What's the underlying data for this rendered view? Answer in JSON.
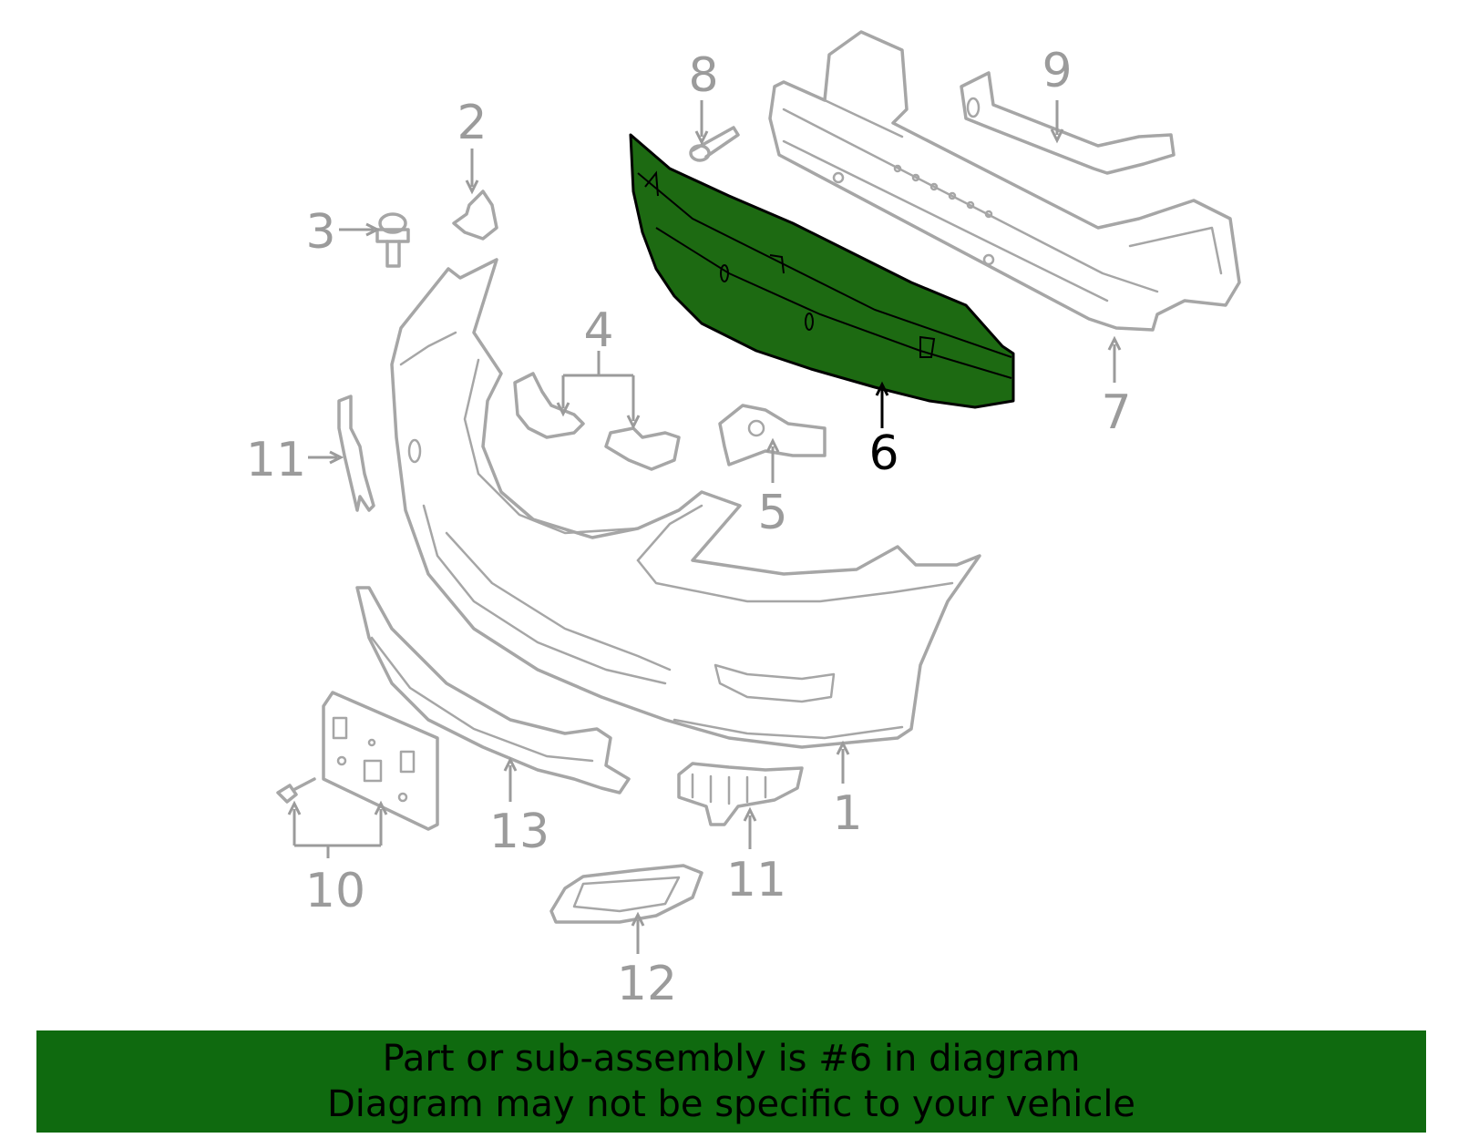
{
  "diagram": {
    "highlight_color": "#1d6a12",
    "banner_color": "#0f6a0f",
    "callouts": [
      {
        "id": "1",
        "label": "1"
      },
      {
        "id": "2",
        "label": "2"
      },
      {
        "id": "3",
        "label": "3"
      },
      {
        "id": "4",
        "label": "4"
      },
      {
        "id": "5",
        "label": "5"
      },
      {
        "id": "6",
        "label": "6",
        "highlighted": true
      },
      {
        "id": "7",
        "label": "7"
      },
      {
        "id": "8",
        "label": "8"
      },
      {
        "id": "9",
        "label": "9"
      },
      {
        "id": "10",
        "label": "10"
      },
      {
        "id": "11a",
        "label": "11"
      },
      {
        "id": "11b",
        "label": "11"
      },
      {
        "id": "12",
        "label": "12"
      },
      {
        "id": "13",
        "label": "13"
      }
    ]
  },
  "banner": {
    "line1": "Part or sub-assembly is #6 in diagram",
    "line2": "Diagram may not be specific to your vehicle"
  }
}
